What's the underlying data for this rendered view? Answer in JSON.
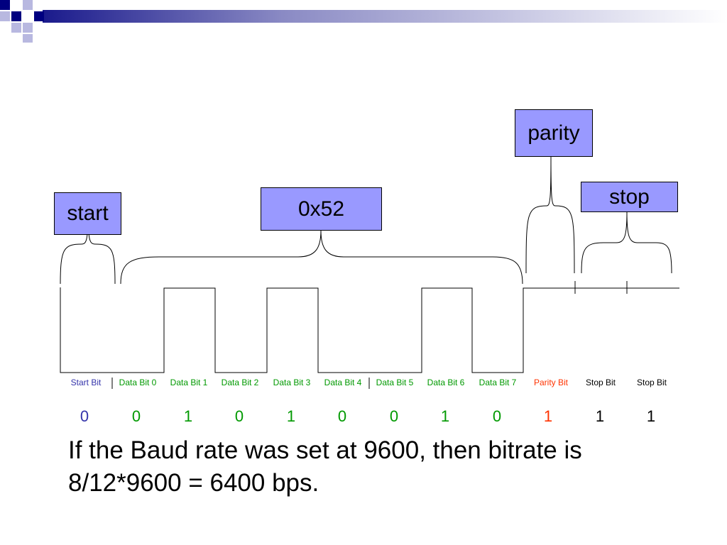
{
  "callouts": {
    "start": "start",
    "data": "0x52",
    "parity": "parity",
    "stop": "stop"
  },
  "colors": {
    "start": "#3333aa",
    "data": "#009900",
    "parity": "#ff3300",
    "stop": "#000000",
    "callout_fill": "#9999ff",
    "banner_dark": "#000080",
    "banner_light": "#9999cc"
  },
  "bits": [
    {
      "label": "Start Bit",
      "value": "0",
      "role": "start"
    },
    {
      "label": "Data Bit 0",
      "value": "0",
      "role": "data"
    },
    {
      "label": "Data Bit 1",
      "value": "1",
      "role": "data"
    },
    {
      "label": "Data Bit 2",
      "value": "0",
      "role": "data"
    },
    {
      "label": "Data Bit 3",
      "value": "1",
      "role": "data"
    },
    {
      "label": "Data Bit 4",
      "value": "0",
      "role": "data"
    },
    {
      "label": "Data Bit 5",
      "value": "0",
      "role": "data"
    },
    {
      "label": "Data Bit 6",
      "value": "1",
      "role": "data"
    },
    {
      "label": "Data Bit 7",
      "value": "0",
      "role": "data"
    },
    {
      "label": "Parity Bit",
      "value": "1",
      "role": "parity"
    },
    {
      "label": "Stop Bit",
      "value": "1",
      "role": "stop"
    },
    {
      "label": "Stop Bit",
      "value": "1",
      "role": "stop"
    }
  ],
  "note": "If the Baud rate was set at 9600, then bitrate is 8/12*9600 = 6400 bps."
}
